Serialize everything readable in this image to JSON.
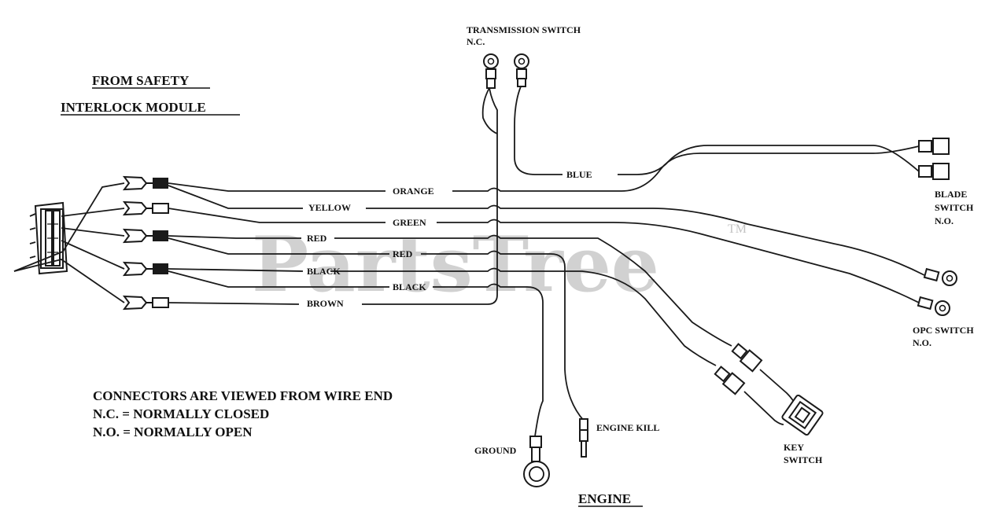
{
  "module_title_line1": "FROM SAFETY",
  "module_title_line2": "INTERLOCK MODULE",
  "transmission_switch_label": "TRANSMISSION SWITCH",
  "transmission_switch_state": "N.C.",
  "wire_labels": {
    "orange": "ORANGE",
    "yellow": "YELLOW",
    "green": "GREEN",
    "red_1": "RED",
    "red_2": "RED",
    "black_1": "BLACK",
    "black_2": "BLACK",
    "brown": "BROWN",
    "blue": "BLUE"
  },
  "blade_switch_line1": "BLADE",
  "blade_switch_line2": "SWITCH",
  "blade_switch_state": "N.O.",
  "opc_switch_label": "OPC SWITCH",
  "opc_switch_state": "N.O.",
  "key_switch_line1": "KEY",
  "key_switch_line2": "SWITCH",
  "ground_label": "GROUND",
  "engine_kill_label": "ENGINE KILL",
  "engine_label": "ENGINE",
  "notes": {
    "line1": "CONNECTORS ARE VIEWED FROM WIRE END",
    "line2": "N.C. = NORMALLY CLOSED",
    "line3": "N.O. = NORMALLY OPEN"
  },
  "watermark": "PartsTree",
  "watermark_tm": "TM"
}
